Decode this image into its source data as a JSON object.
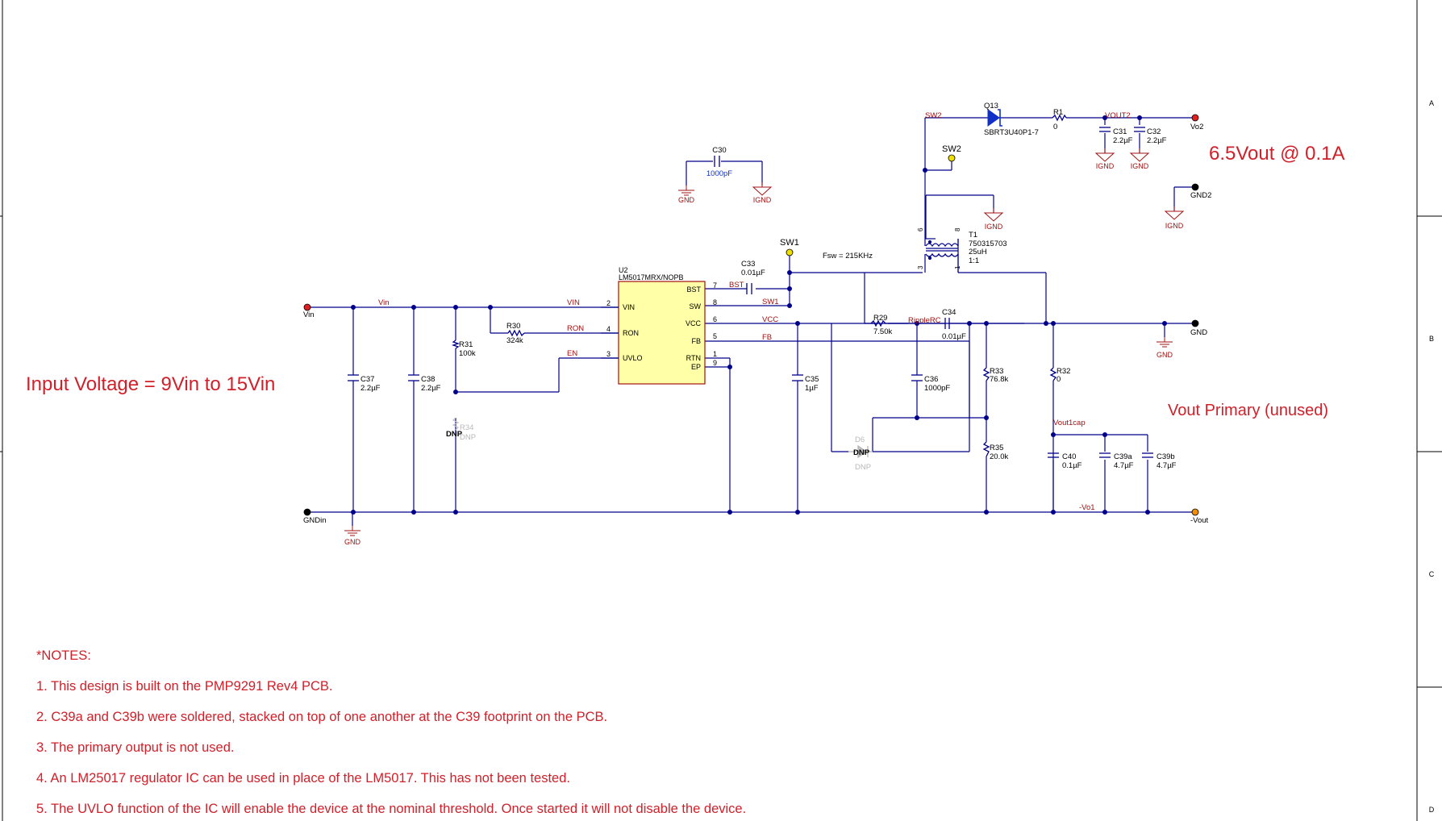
{
  "headlines": {
    "input_voltage": "Input Voltage = 9Vin to 15Vin",
    "output_rating": "6.5Vout @ 0.1A",
    "vout_primary": "Vout Primary (unused)"
  },
  "border": {
    "zones": [
      "A",
      "B",
      "C",
      "D"
    ]
  },
  "components": {
    "u2": {
      "ref": "U2",
      "part": "LM5017MRX/NOPB",
      "pins_left": [
        {
          "name": "VIN",
          "num": "2"
        },
        {
          "name": "RON",
          "num": "4"
        },
        {
          "name": "UVLO",
          "num": "3"
        }
      ],
      "pins_right": [
        {
          "name": "BST",
          "num": "7"
        },
        {
          "name": "SW",
          "num": "8"
        },
        {
          "name": "VCC",
          "num": "6"
        },
        {
          "name": "FB",
          "num": "5"
        },
        {
          "name": "RTN",
          "num": "1"
        },
        {
          "name": "EP",
          "num": "9"
        }
      ]
    },
    "c30": {
      "ref": "C30",
      "value": "1000pF"
    },
    "c33": {
      "ref": "C33",
      "value": "0.01µF"
    },
    "c34": {
      "ref": "C34",
      "value": "0.01µF"
    },
    "c35": {
      "ref": "C35",
      "value": "1µF"
    },
    "c36": {
      "ref": "C36",
      "value": "1000pF"
    },
    "c37": {
      "ref": "C37",
      "value": "2.2µF"
    },
    "c38": {
      "ref": "C38",
      "value": "2.2µF"
    },
    "c31": {
      "ref": "C31",
      "value": "2.2µF"
    },
    "c32": {
      "ref": "C32",
      "value": "2.2µF"
    },
    "c40": {
      "ref": "C40",
      "value": "0.1µF"
    },
    "c39a": {
      "ref": "C39a",
      "value": "4.7µF"
    },
    "c39b": {
      "ref": "C39b",
      "value": "4.7µF"
    },
    "r1": {
      "ref": "R1",
      "value": "0"
    },
    "r29": {
      "ref": "R29",
      "value": "7.50k"
    },
    "r30": {
      "ref": "R30",
      "value": "324k"
    },
    "r31": {
      "ref": "R31",
      "value": "100k"
    },
    "r32": {
      "ref": "R32",
      "value": "0"
    },
    "r33": {
      "ref": "R33",
      "value": "76.8k"
    },
    "r34": {
      "ref": "R34",
      "value": "DNP"
    },
    "r35": {
      "ref": "R35",
      "value": "20.0k"
    },
    "d6": {
      "ref": "D6",
      "value": "DNP"
    },
    "q13": {
      "ref": "Q13",
      "part": "SBRT3U40P1-7"
    },
    "t1": {
      "ref": "T1",
      "part": "750315703",
      "inductance": "25uH",
      "ratio": "1:1",
      "pins": [
        "6",
        "8",
        "3",
        "1"
      ]
    },
    "dnp_mark": "DNP"
  },
  "nets": {
    "vin": "Vin",
    "gndin": "GNDin",
    "vo2": "Vo2",
    "gnd2": "GND2",
    "gnd": "GND",
    "vout_neg": "-Vout",
    "sw1": "SW1",
    "sw2": "SW2",
    "vout2": "VOUT2",
    "ripplerc": "RippleRC",
    "vout1cap": "Vout1cap",
    "vo1": "-Vo1",
    "vin_wire": "VIN",
    "ron": "RON",
    "en": "EN",
    "bst": "BST",
    "sw1_wire": "SW1",
    "vcc": "VCC",
    "fb": "FB",
    "sw2_wire": "SW2"
  },
  "ground_symbols": {
    "gnd": "GND",
    "ignd": "IGND"
  },
  "annotation_fsw": "Fsw = 215KHz",
  "notes": {
    "header": "*NOTES:",
    "items": [
      "1.  This design is built on the PMP9291 Rev4 PCB.",
      "2.  C39a and C39b were soldered, stacked on top of one another at the C39 footprint on the PCB.",
      "3.  The primary output is not used.",
      "4.  An LM25017 regulator IC can be used in place of the LM5017.  This has not been tested.",
      "5.  The UVLO function of the IC will enable the device at the nominal threshold.  Once started it will not disable the device."
    ]
  },
  "colors": {
    "wire": "#00008b",
    "net_label": "#a01010",
    "text": "#000000",
    "red_text": "#d0202a",
    "ic_fill": "#ffffa8",
    "ground": "#a01010",
    "node": "#00008b",
    "dnp": "#b0b0b0",
    "diode": "#1030c8",
    "port_red": "#e02020",
    "port_yellow": "#f0e000",
    "port_orange": "#f09000",
    "port_black": "#000000"
  }
}
